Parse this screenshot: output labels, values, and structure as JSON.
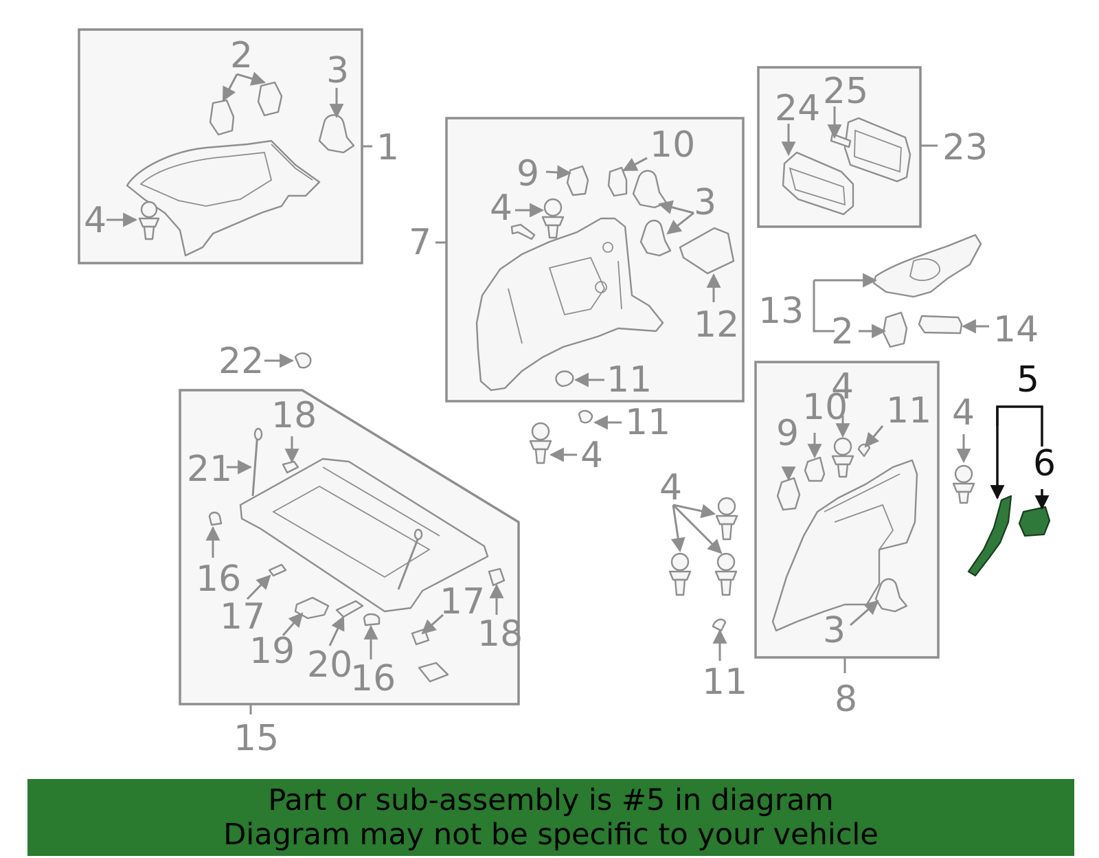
{
  "diagram": {
    "callouts": {
      "c1": "1",
      "c2a": "2",
      "c3a": "3",
      "c4a": "4",
      "c7": "7",
      "c9a": "9",
      "c10a": "10",
      "c4b": "4",
      "c3b": "3",
      "c12": "12",
      "c11a": "11",
      "c23": "23",
      "c24": "24",
      "c25": "25",
      "c13": "13",
      "c2b": "2",
      "c14": "14",
      "c22": "22",
      "c18a": "18",
      "c21": "21",
      "c16a": "16",
      "c17a": "17",
      "c19": "19",
      "c20": "20",
      "c16b": "16",
      "c17b": "17",
      "c18b": "18",
      "c15": "15",
      "c11b": "11",
      "c4c": "4",
      "c4d": "4",
      "c11c": "11",
      "c4e": "4",
      "c10b": "10",
      "c9b": "9",
      "c11d": "11",
      "c3c": "3",
      "c8": "8",
      "c4f": "4",
      "c5": "5",
      "c6": "6"
    },
    "highlight_color": "#2f7a3b"
  },
  "banner": {
    "line1": "Part or sub-assembly is #5 in diagram",
    "line2": "Diagram may not be specific to your vehicle",
    "background": "#2a7a2f"
  }
}
